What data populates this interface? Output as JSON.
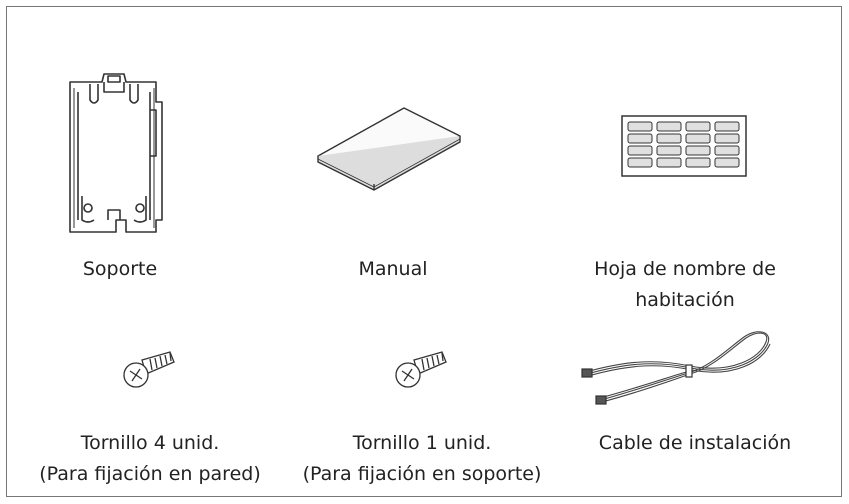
{
  "items": [
    {
      "label": "Soporte",
      "icon": "bracket-icon"
    },
    {
      "label": "Manual",
      "icon": "manual-icon"
    },
    {
      "label_line1": "Hoja de nombre de",
      "label_line2": "habitación",
      "icon": "name-sheet-icon"
    },
    {
      "label_line1": "Tornillo 4 unid.",
      "label_line2": "(Para fijación en pared)",
      "icon": "screw-icon"
    },
    {
      "label_line1": "Tornillo 1 unid.",
      "label_line2": "(Para fijación en soporte)",
      "icon": "screw-icon"
    },
    {
      "label": "Cable de instalación",
      "icon": "cable-icon"
    }
  ]
}
